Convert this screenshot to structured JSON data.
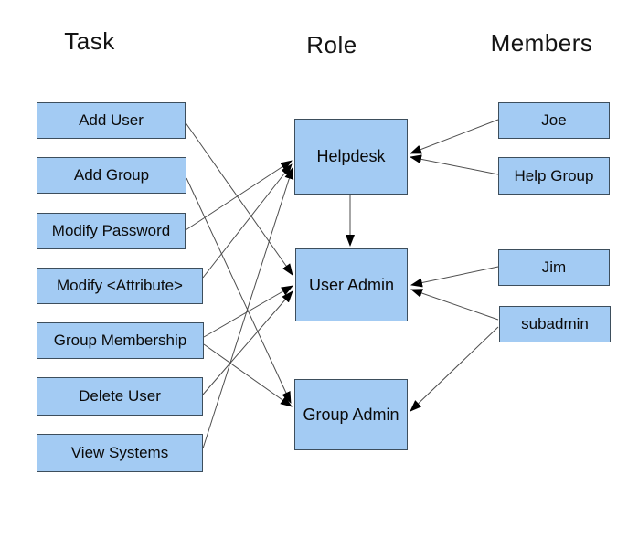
{
  "diagram": {
    "title": "Task-Role-Members access diagram",
    "columns": [
      {
        "id": "task",
        "label": "Task"
      },
      {
        "id": "role",
        "label": "Role"
      },
      {
        "id": "members",
        "label": "Members"
      }
    ],
    "tasks": [
      {
        "id": "add-user",
        "label": "Add User"
      },
      {
        "id": "add-group",
        "label": "Add Group"
      },
      {
        "id": "modify-password",
        "label": "Modify Password"
      },
      {
        "id": "modify-attribute",
        "label": "Modify <Attribute>"
      },
      {
        "id": "group-membership",
        "label": "Group Membership"
      },
      {
        "id": "delete-user",
        "label": "Delete User"
      },
      {
        "id": "view-systems",
        "label": "View Systems"
      }
    ],
    "roles": [
      {
        "id": "helpdesk",
        "label": "Helpdesk"
      },
      {
        "id": "user-admin",
        "label": "User Admin"
      },
      {
        "id": "group-admin",
        "label": "Group Admin"
      }
    ],
    "members": [
      {
        "id": "joe",
        "label": "Joe"
      },
      {
        "id": "help-group",
        "label": "Help Group"
      },
      {
        "id": "jim",
        "label": "Jim"
      },
      {
        "id": "subadmin",
        "label": "subadmin"
      }
    ],
    "edges": [
      {
        "from": "add-user",
        "to": "user-admin"
      },
      {
        "from": "add-group",
        "to": "group-admin"
      },
      {
        "from": "modify-password",
        "to": "helpdesk"
      },
      {
        "from": "modify-attribute",
        "to": "helpdesk"
      },
      {
        "from": "group-membership",
        "to": "user-admin"
      },
      {
        "from": "group-membership",
        "to": "group-admin"
      },
      {
        "from": "delete-user",
        "to": "user-admin"
      },
      {
        "from": "view-systems",
        "to": "helpdesk"
      },
      {
        "from": "helpdesk",
        "to": "user-admin"
      },
      {
        "from": "joe",
        "to": "helpdesk"
      },
      {
        "from": "help-group",
        "to": "helpdesk"
      },
      {
        "from": "jim",
        "to": "user-admin"
      },
      {
        "from": "subadmin",
        "to": "user-admin"
      },
      {
        "from": "subadmin",
        "to": "group-admin"
      }
    ],
    "colors": {
      "box_fill": "#a3cbf3",
      "box_border": "#3d4e5c",
      "line": "#4d4d4d",
      "arrowhead": "#000000",
      "background": "#ffffff",
      "text": "#0a0a0a"
    }
  }
}
